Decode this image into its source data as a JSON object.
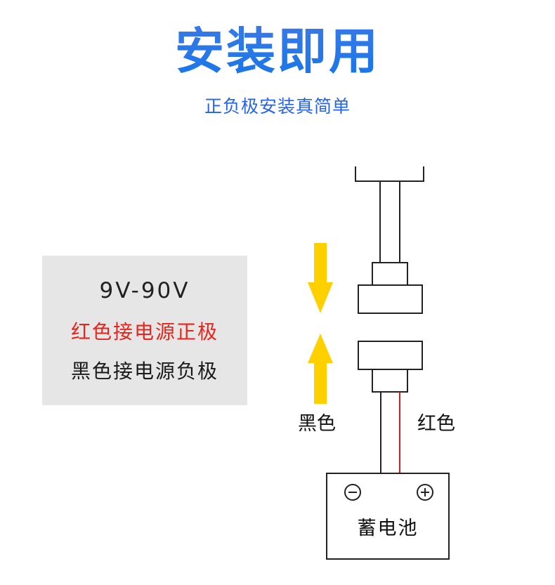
{
  "header": {
    "title": "安装即用",
    "subtitle": "正负极安装真简单"
  },
  "info": {
    "voltage": "9V-90V",
    "red_line": "红色接电源正极",
    "black_line": "黑色接电源负极"
  },
  "diagram": {
    "black_wire_label": "黑色",
    "red_wire_label": "红色",
    "battery_label": "蓄电池",
    "battery_negative": "−",
    "battery_positive": "+",
    "colors": {
      "arrow": "#ffd000",
      "red_wire": "#d21f1f",
      "outline": "#222222"
    }
  }
}
